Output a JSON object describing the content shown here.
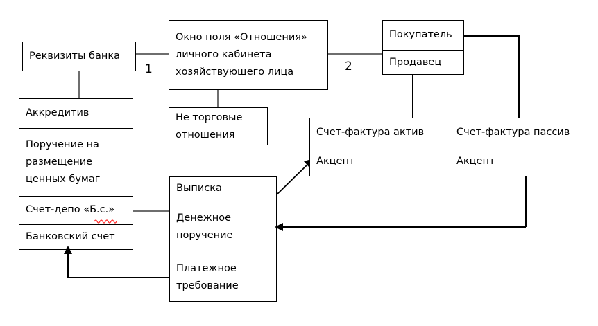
{
  "diagram": {
    "title_text": "",
    "colors": {
      "box_border": "#000000",
      "connector_gray": "#6e6e6e",
      "connector_black": "#000000",
      "spellcheck_underline": "#ff0000",
      "background": "#ffffff"
    },
    "edge_labels": [
      {
        "name": "edge-label-1",
        "text": "1"
      },
      {
        "name": "edge-label-2",
        "text": "2"
      }
    ],
    "nodes": {
      "bank_details": {
        "label": "Реквизиты банка"
      },
      "personal_cabinet_window": {
        "label": "Окно поля «Отношения» личного кабинета хозяйствующего лица"
      },
      "non_trade_relations": {
        "label": "Не торговые отношения"
      },
      "buyer": {
        "label": "Покупатель"
      },
      "seller": {
        "label": "Продавец"
      },
      "letter_of_credit": {
        "label": "Аккредитив"
      },
      "securities_order": {
        "label": "Поручение на размещение ценных бумаг"
      },
      "depo_account": {
        "label": "Счет-депо «Б.с.»"
      },
      "bank_account": {
        "label": "Банковский счет"
      },
      "statement": {
        "label": "Выписка"
      },
      "money_order": {
        "label": "Денежное поручение"
      },
      "payment_request": {
        "label": "Платежное требование"
      },
      "invoice_active": {
        "label": "Счет-фактура актив"
      },
      "invoice_active_accept": {
        "label": "Акцепт"
      },
      "invoice_passive": {
        "label": "Счет-фактура пассив"
      },
      "invoice_passive_accept": {
        "label": "Акцепт"
      }
    }
  }
}
